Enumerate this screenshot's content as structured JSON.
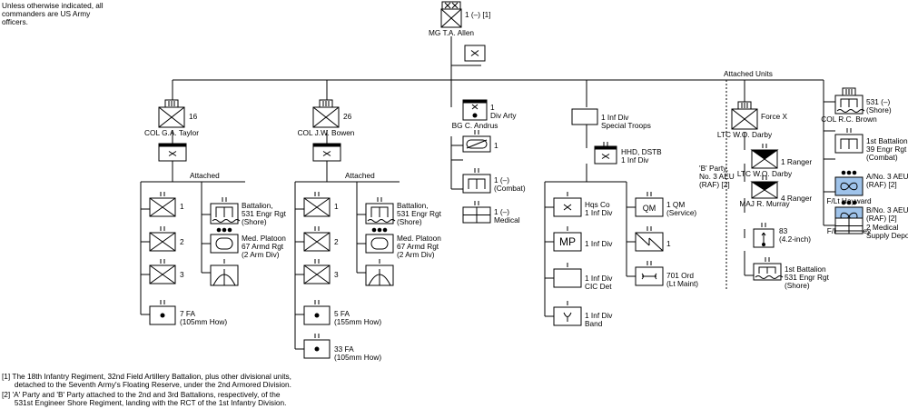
{
  "note": "Unless otherwise indicated, all commanders are US Army officers.",
  "attached_units_label": "Attached Units",
  "attached_label": "Attached",
  "footnotes": [
    "[1] The 18th Infantry Regiment, 32nd Field Artillery Battalion, plus other divisional units,",
    "      detached to the Seventh Army's Floating Reserve, under the 2nd Armored Division.",
    "[2] 'A' Party and 'B' Party attached to the 2nd and 3rd Battalions, respectively, of the",
    "      531st Engineer Shore Regiment, landing with the RCT of the 1st Infantry Division."
  ],
  "units": {
    "division": {
      "label": "1 (–) [1]",
      "cmd": "MG  T.A. Allen"
    },
    "div_hq": {
      "label": ""
    },
    "rct16": {
      "label": "16",
      "cmd": "COL  G.A. Taylor"
    },
    "rct26": {
      "label": "26",
      "cmd": "COL  J.W. Bowen"
    },
    "divarty": {
      "label": "1\nDiv Arty",
      "cmd": "BG  C. Andrus"
    },
    "tank": {
      "label": "1"
    },
    "engr": {
      "label": "1 (–)\n(Combat)"
    },
    "med": {
      "label": "1 (–)\nMedical"
    },
    "specialtroops": {
      "label": "1 Inf Div\nSpecial Troops"
    },
    "hhd": {
      "label": "HHD, DSTB\n1 Inf Div"
    },
    "hqsco": {
      "label": "Hqs Co\n1 Inf Div"
    },
    "mp": {
      "label": "1 Inf Div",
      "text": "MP"
    },
    "cic": {
      "label": "1 Inf Div\nCIC Det"
    },
    "band": {
      "label": "1 Inf Div\nBand"
    },
    "qm": {
      "label": "1 QM\n(Service)",
      "text": "QM"
    },
    "sig": {
      "label": "1"
    },
    "ord": {
      "label": "701 Ord\n(Lt Maint)"
    },
    "forcex": {
      "label": "Force X",
      "cmd": "LTC  W.O. Darby"
    },
    "ranger1": {
      "label": "1 Ranger",
      "cmd": "LTC  W.O. Darby"
    },
    "ranger4": {
      "label": "4 Ranger",
      "cmd": "MAJ  R. Murray"
    },
    "mortar83": {
      "label": "83\n(4.2-inch)"
    },
    "shore531x": {
      "label": "1st Battalion\n531 Engr Rgt\n(Shore)"
    },
    "bparty": {
      "label": "'B' Party,\nNo. 3 AEU\n(RAF) [2]"
    },
    "shore531": {
      "label": "531 (–)\n(Shore)",
      "cmd": "COL  R.C. Brown"
    },
    "engr39": {
      "label": "1st Battalion,\n39 Engr Rgt\n(Combat)"
    },
    "aeuA": {
      "label": "A/No. 3 AEU\n(RAF) [2]",
      "cmd": "F/Lt  Hayward"
    },
    "aeuB": {
      "label": "B/No. 3 AEU\n(RAF) [2]",
      "cmd": "F/Lt  Whiteley"
    },
    "medsup": {
      "label": "2 Medical\nSupply Depot"
    },
    "r16b1": {
      "label": "1"
    },
    "r16b2": {
      "label": "2"
    },
    "r16b3": {
      "label": "3"
    },
    "r16eng": {
      "label": "Battalion,\n531 Engr Rgt\n(Shore)"
    },
    "r16arm": {
      "label": "Med. Platoon\n67 Armd Rgt\n(2 Arm Div)"
    },
    "r16aa": {
      "label": ""
    },
    "r16fa": {
      "label": "7 FA\n(105mm How)"
    },
    "r26b1": {
      "label": "1"
    },
    "r26b2": {
      "label": "2"
    },
    "r26b3": {
      "label": "3"
    },
    "r26eng": {
      "label": "Battalion,\n531 Engr Rgt\n(Shore)"
    },
    "r26arm": {
      "label": "Med. Platoon\n67 Armd Rgt\n(2 Arm Div)"
    },
    "r26aa": {
      "label": ""
    },
    "r26fa5": {
      "label": "5 FA\n(155mm How)"
    },
    "r26fa33": {
      "label": "33 FA\n(105mm How)"
    }
  }
}
